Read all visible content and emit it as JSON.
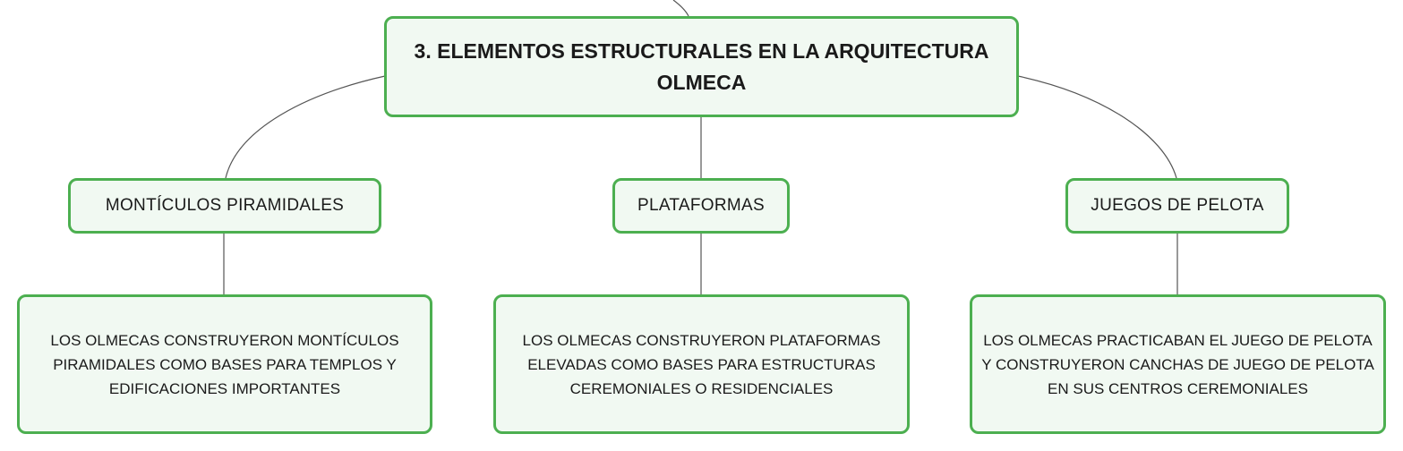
{
  "root": {
    "title": "3. ELEMENTOS ESTRUCTURALES EN LA ARQUITECTURA OLMECA"
  },
  "branches": [
    {
      "label": "MONTÍCULOS PIRAMIDALES",
      "detail": "LOS OLMECAS CONSTRUYERON MONTÍCULOS PIRAMIDALES COMO BASES PARA TEMPLOS Y EDIFICACIONES IMPORTANTES"
    },
    {
      "label": "PLATAFORMAS",
      "detail": "LOS OLMECAS CONSTRUYERON PLATAFORMAS ELEVADAS COMO BASES PARA ESTRUCTURAS CEREMONIALES O RESIDENCIALES"
    },
    {
      "label": "JUEGOS DE PELOTA",
      "detail": "LOS OLMECAS PRACTICABAN EL JUEGO DE PELOTA Y CONSTRUYERON CANCHAS DE JUEGO DE PELOTA EN SUS CENTROS CEREMONIALES"
    }
  ],
  "colors": {
    "node_border": "#4caf50",
    "node_fill": "#f1f9f2",
    "connector": "#555555"
  }
}
